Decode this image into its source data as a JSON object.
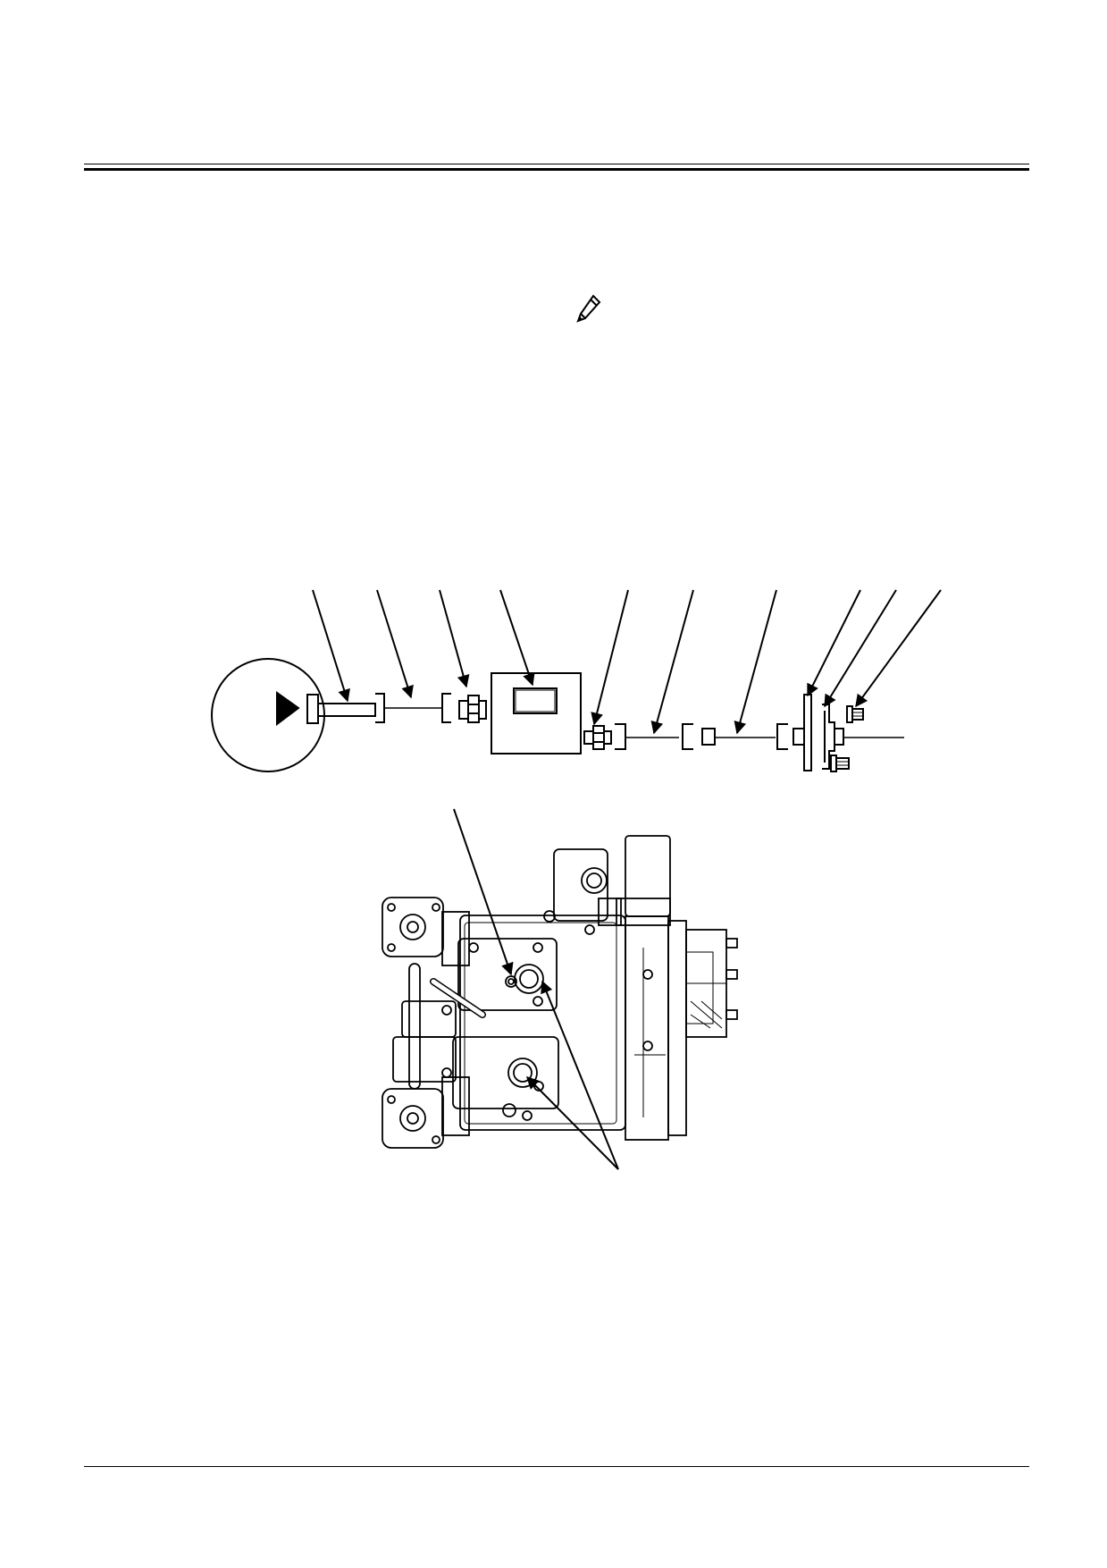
{
  "page": {
    "header_rule": "double",
    "footer_rule": "single"
  },
  "icons": {
    "note": "pencil-note-icon"
  },
  "figures": [
    {
      "kind": "exploded-schematic",
      "callout_count": 10
    },
    {
      "kind": "pump-assembly-drawing",
      "callout_count": 3
    }
  ]
}
